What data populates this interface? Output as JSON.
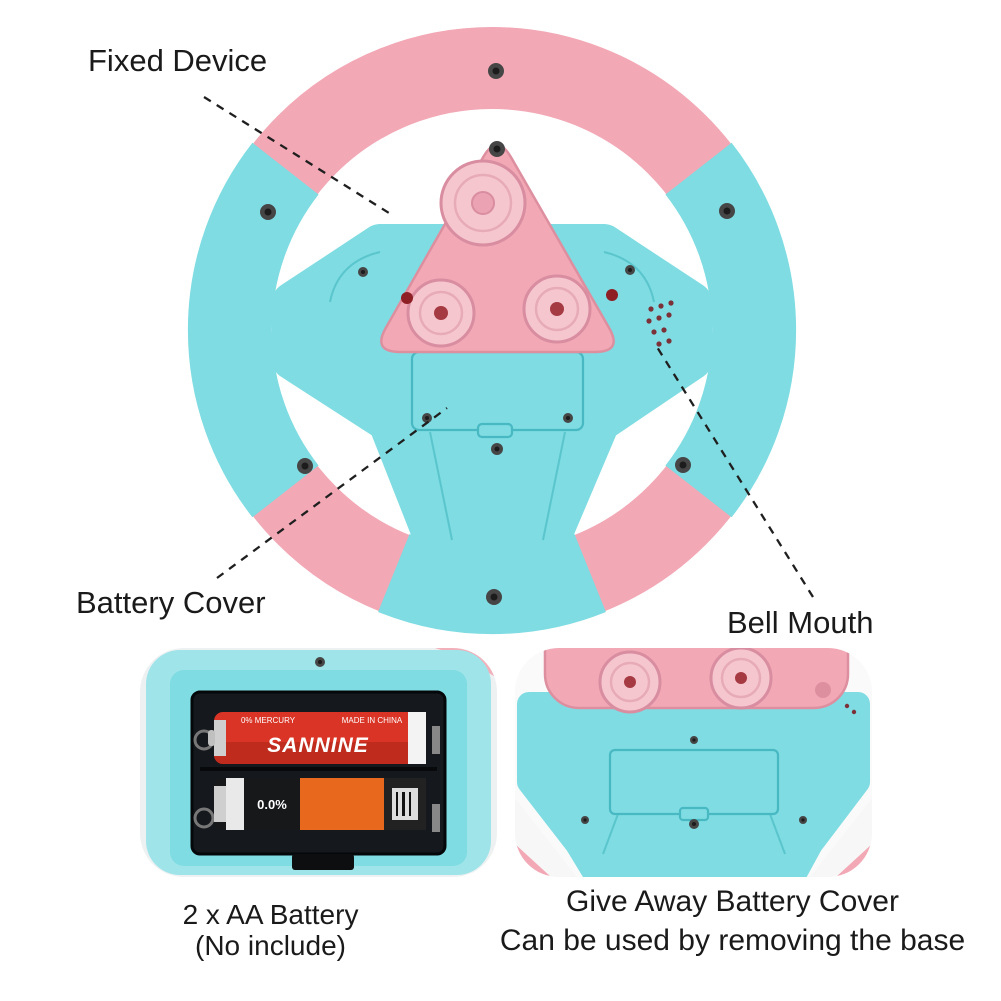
{
  "page": {
    "background": "#ffffff"
  },
  "colors": {
    "pink": "#f2a8b5",
    "pink_light": "#f6c6ce",
    "pink_dark": "#dd8fa0",
    "teal": "#7edce2",
    "teal_light": "#9fe4e9",
    "teal_dark": "#48b8c2",
    "text": "#1a1a1a",
    "battery_red": "#d93425",
    "battery_orange": "#e8681d"
  },
  "annotations": {
    "fixed_device": {
      "label": "Fixed Device"
    },
    "battery_cover": {
      "label": "Battery Cover"
    },
    "bell_mouth": {
      "label": "Bell Mouth"
    }
  },
  "insets": {
    "battery": {
      "caption_line1": "2 x AA Battery",
      "caption_line2": "(No include)",
      "battery_brand": "SANNINE",
      "battery_top_left_text": "0% MERCURY",
      "battery_top_right_text": "MADE IN CHINA",
      "black_battery_text": "0.0%"
    },
    "giveaway": {
      "caption_line1": "Give Away Battery Cover",
      "caption_line2": "Can be used by removing the base"
    }
  }
}
